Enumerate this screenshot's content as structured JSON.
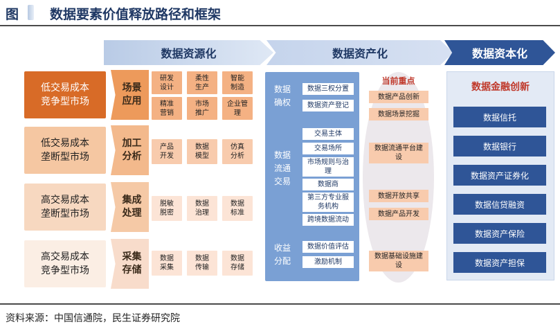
{
  "figure": {
    "label": "图",
    "title": "数据要素价值释放路径和框架"
  },
  "headers": [
    "数据资源化",
    "数据资产化",
    "数据资本化"
  ],
  "markets": [
    {
      "line1": "低交易成本",
      "line2": "竞争型市场"
    },
    {
      "line1": "低交易成本",
      "line2": "垄断型市场"
    },
    {
      "line1": "高交易成本",
      "line2": "垄断型市场"
    },
    {
      "line1": "高交易成本",
      "line2": "竞争型市场"
    }
  ],
  "stages": [
    {
      "line1": "场景",
      "line2": "应用"
    },
    {
      "line1": "加工",
      "line2": "分析"
    },
    {
      "line1": "集成",
      "line2": "处理"
    },
    {
      "line1": "采集",
      "line2": "存储"
    }
  ],
  "activities": [
    [
      {
        "line1": "研发",
        "line2": "设计"
      },
      {
        "line1": "柔性",
        "line2": "生产"
      },
      {
        "line1": "智能",
        "line2": "制造"
      },
      {
        "line1": "精准",
        "line2": "营销"
      },
      {
        "line1": "市场",
        "line2": "推广"
      },
      {
        "line1": "企业管",
        "line2": "理"
      }
    ],
    [
      {
        "line1": "产品",
        "line2": "开发"
      },
      {
        "line1": "数据",
        "line2": "模型"
      },
      {
        "line1": "仿真",
        "line2": "分析"
      }
    ],
    [
      {
        "line1": "脱敏",
        "line2": "脱密"
      },
      {
        "line1": "数据",
        "line2": "治理"
      },
      {
        "line1": "数据",
        "line2": "标准"
      }
    ],
    [
      {
        "line1": "数据",
        "line2": "采集"
      },
      {
        "line1": "数据",
        "line2": "传输"
      },
      {
        "line1": "数据",
        "line2": "存储"
      }
    ]
  ],
  "asset_phases": [
    {
      "lines": [
        "数据",
        "确权"
      ],
      "items": [
        "数据三权分置",
        "数据资产登记"
      ]
    },
    {
      "lines": [
        "数据",
        "流通",
        "交易"
      ],
      "items": [
        "交易主体",
        "交易场所",
        "市场规则与治理",
        "数据商",
        "第三方专业服务机构",
        "跨境数据流动"
      ]
    },
    {
      "lines": [
        "收益",
        "分配"
      ],
      "items": [
        "数据价值评估",
        "激励机制"
      ]
    }
  ],
  "focus": {
    "title": "当前重点",
    "items": [
      "数据产品创新",
      "数据场景挖掘",
      "数据流通平台建设",
      "数据开放共享",
      "数据产品开发",
      "数据基础设施建设"
    ]
  },
  "capital": {
    "title": "数据金融创新",
    "items": [
      "数据信托",
      "数据银行",
      "数据资产证券化",
      "数据信贷融资",
      "数据资产保险",
      "数据资产担保"
    ]
  },
  "source": "资料来源：中国信通院，民生证券研究院",
  "colors": {
    "navy": "#1f3864",
    "capital_blue": "#2f5597",
    "orange_dark": "#d86b27",
    "accent_red": "#c0392b"
  }
}
